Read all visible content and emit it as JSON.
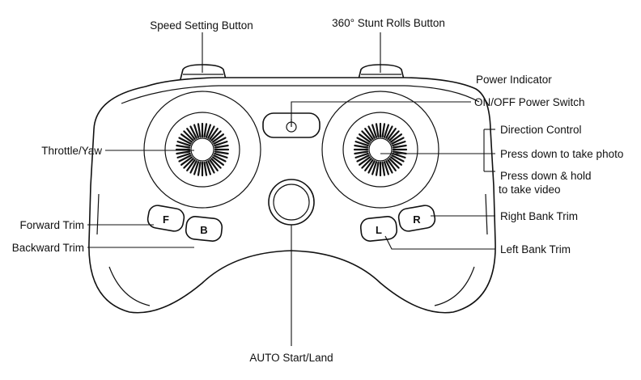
{
  "labels": {
    "speed_setting": "Speed Setting Button",
    "stunt_rolls": "360° Stunt Rolls Button",
    "power_indicator": "Power Indicator",
    "power_switch": "ON/OFF Power Switch",
    "throttle_yaw": "Throttle/Yaw",
    "direction_control": "Direction Control",
    "take_photo": "Press down to take photo",
    "hold_line1": "Press down & hold",
    "hold_line2": "to take video",
    "forward_trim": "Forward Trim",
    "backward_trim": "Backward Trim",
    "right_bank_trim": "Right Bank Trim",
    "left_bank_trim": "Left Bank Trim",
    "auto_start_land": "AUTO Start/Land"
  },
  "buttons": {
    "forward": "F",
    "backward": "B",
    "left": "L",
    "right": "R"
  }
}
